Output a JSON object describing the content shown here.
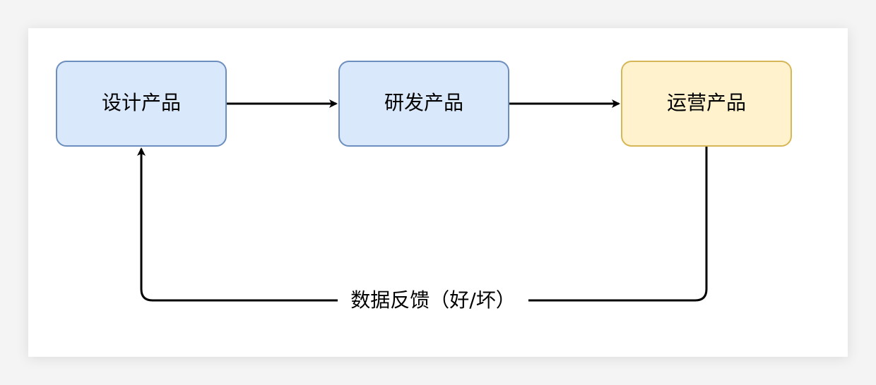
{
  "diagram": {
    "nodes": [
      {
        "id": "design",
        "label": "设计产品",
        "fill": "#dae8fc",
        "stroke": "#6c8ebf"
      },
      {
        "id": "develop",
        "label": "研发产品",
        "fill": "#dae8fc",
        "stroke": "#6c8ebf"
      },
      {
        "id": "operate",
        "label": "运营产品",
        "fill": "#fff2cc",
        "stroke": "#d6b656"
      }
    ],
    "edges": [
      {
        "from": "design",
        "to": "develop",
        "label": ""
      },
      {
        "from": "develop",
        "to": "operate",
        "label": ""
      },
      {
        "from": "operate",
        "to": "design",
        "label": "数据反馈（好/坏）"
      }
    ],
    "colors": {
      "edge": "#000000",
      "background": "#ffffff"
    }
  }
}
